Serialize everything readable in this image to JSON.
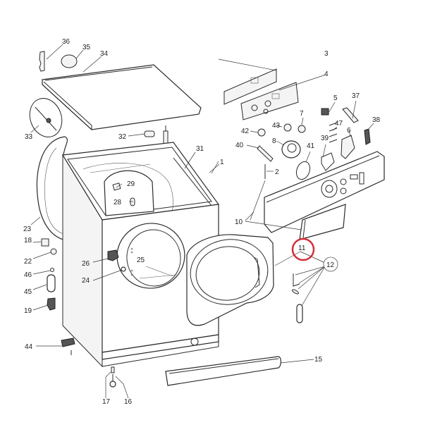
{
  "diagram": {
    "title": "Washing machine exploded parts view",
    "highlight_color": "#d32f3a",
    "highlighted_part": "11",
    "callouts": [
      {
        "id": "1",
        "label": "1"
      },
      {
        "id": "2",
        "label": "2"
      },
      {
        "id": "3",
        "label": "3"
      },
      {
        "id": "4",
        "label": "4"
      },
      {
        "id": "5",
        "label": "5"
      },
      {
        "id": "6",
        "label": "6"
      },
      {
        "id": "7",
        "label": "7"
      },
      {
        "id": "8",
        "label": "8"
      },
      {
        "id": "10",
        "label": "10"
      },
      {
        "id": "11",
        "label": "11"
      },
      {
        "id": "12",
        "label": "12"
      },
      {
        "id": "15",
        "label": "15"
      },
      {
        "id": "16",
        "label": "16"
      },
      {
        "id": "17",
        "label": "17"
      },
      {
        "id": "18",
        "label": "18"
      },
      {
        "id": "19",
        "label": "19"
      },
      {
        "id": "22",
        "label": "22"
      },
      {
        "id": "23",
        "label": "23"
      },
      {
        "id": "24",
        "label": "24"
      },
      {
        "id": "25",
        "label": "25"
      },
      {
        "id": "26",
        "label": "26"
      },
      {
        "id": "28",
        "label": "28"
      },
      {
        "id": "29",
        "label": "29"
      },
      {
        "id": "31",
        "label": "31"
      },
      {
        "id": "32",
        "label": "32"
      },
      {
        "id": "33",
        "label": "33"
      },
      {
        "id": "34",
        "label": "34"
      },
      {
        "id": "35",
        "label": "35"
      },
      {
        "id": "36",
        "label": "36"
      },
      {
        "id": "37",
        "label": "37"
      },
      {
        "id": "38",
        "label": "38"
      },
      {
        "id": "39",
        "label": "39"
      },
      {
        "id": "40",
        "label": "40"
      },
      {
        "id": "41",
        "label": "41"
      },
      {
        "id": "42",
        "label": "42"
      },
      {
        "id": "43",
        "label": "43"
      },
      {
        "id": "44",
        "label": "44"
      },
      {
        "id": "45",
        "label": "45"
      },
      {
        "id": "46",
        "label": "46"
      },
      {
        "id": "47",
        "label": "47"
      }
    ],
    "parts": {
      "cabinet": "1",
      "top_lid": "34",
      "door": "11",
      "control_panel": "10",
      "kick_plate": "15",
      "door_seal": "23",
      "drum_opening": "25",
      "door_hinge": "26",
      "hinge_screw": "24",
      "circuit_board": "3",
      "panel_frame": "4",
      "dispenser_drawer": "10",
      "foot": "16",
      "spring": "17"
    }
  }
}
